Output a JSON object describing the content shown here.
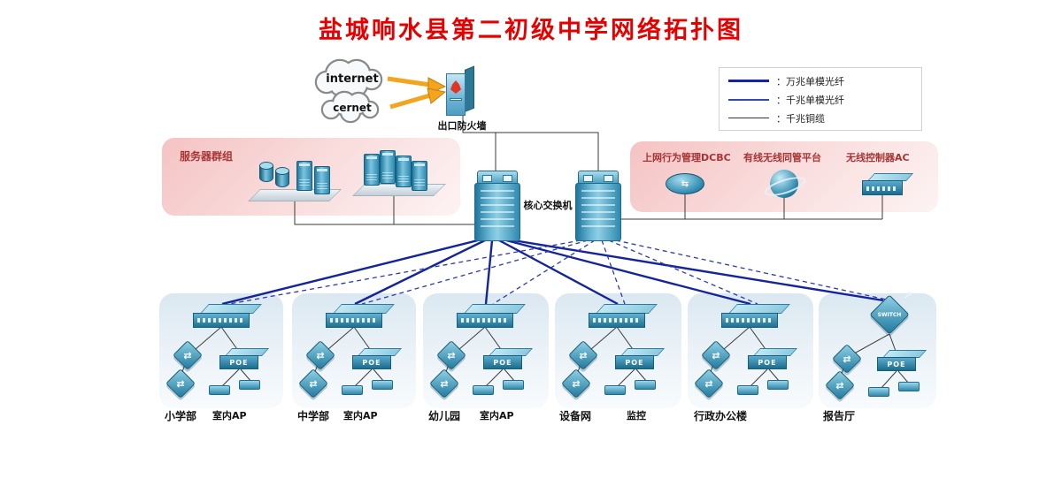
{
  "title": "盐城响水县第二初级中学网络拓扑图",
  "clouds": {
    "internet": "internet",
    "cernet": "cernet"
  },
  "firewall": {
    "label": "出口防火墙"
  },
  "core_switch": {
    "label": "核心交换机"
  },
  "legend": {
    "items": [
      {
        "label": "：万兆单模光纤"
      },
      {
        "label": "：千兆单模光纤"
      },
      {
        "label": "：千兆铜缆"
      }
    ]
  },
  "server_group": {
    "label": "服务器群组"
  },
  "management": {
    "items": [
      {
        "label": "上网行为管理DCBC"
      },
      {
        "label": "有线无线同管平台"
      },
      {
        "label": "无线控制器AC"
      }
    ]
  },
  "zones": [
    {
      "label": "小学部",
      "sublabel": "室内AP"
    },
    {
      "label": "中学部",
      "sublabel": "室内AP"
    },
    {
      "label": "幼儿园",
      "sublabel": "室内AP"
    },
    {
      "label": "设备网",
      "sublabel": "监控"
    },
    {
      "label": "行政办公楼",
      "sublabel": ""
    },
    {
      "label": "报告厅",
      "sublabel": ""
    }
  ],
  "device_labels": {
    "poe": "POE",
    "switch": "SWITCH"
  },
  "colors": {
    "title": "#e60000",
    "line_10g": "#14249a",
    "line_1g_fiber": "#3347b0",
    "line_copper": "#333333",
    "device": "#2e89ae"
  }
}
